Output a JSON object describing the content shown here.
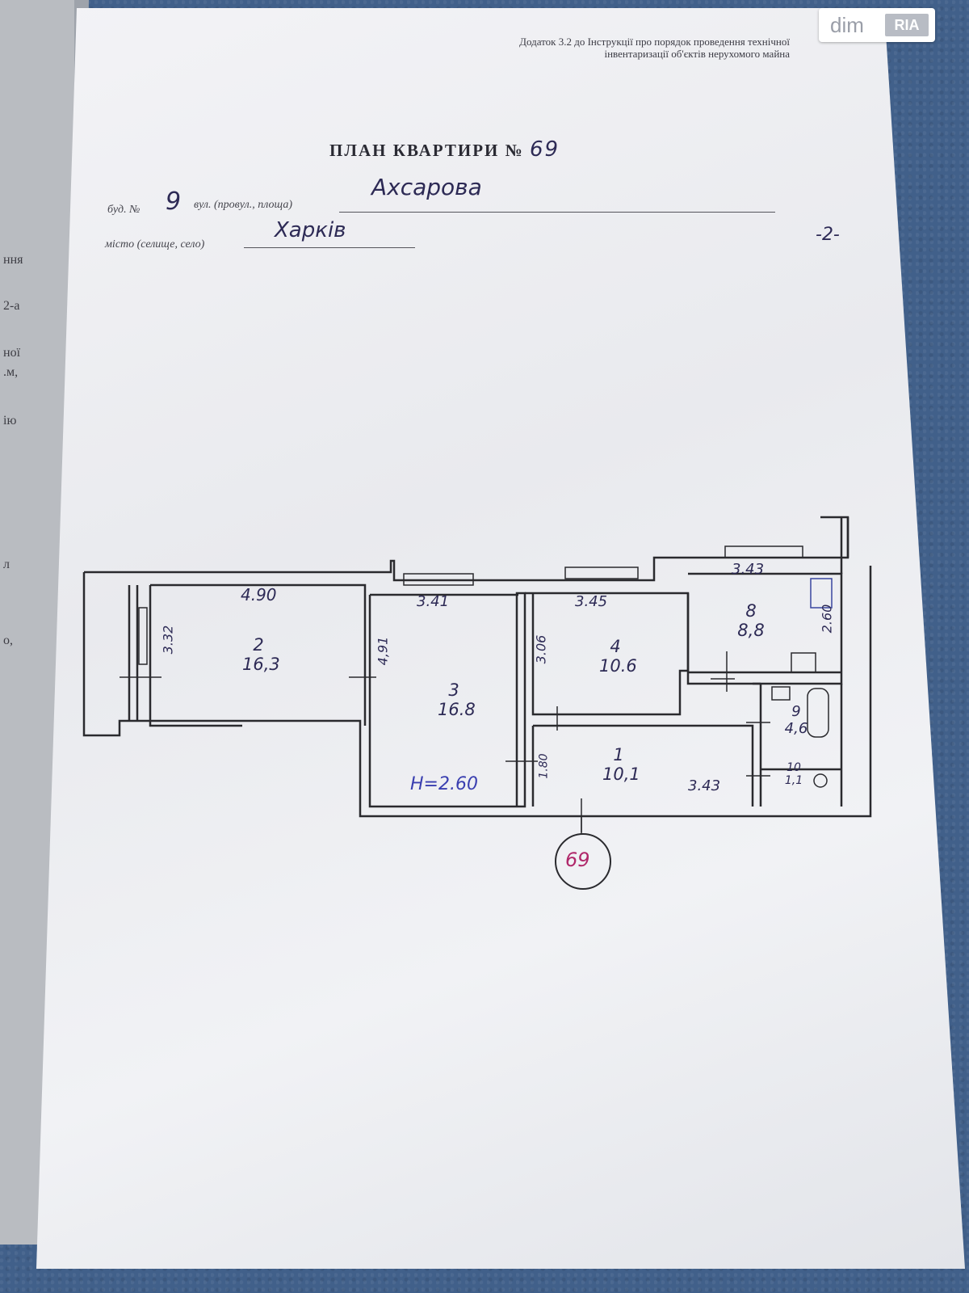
{
  "header_note": {
    "line1": "Додаток 3.2 до Інструкції про порядок проведення технічної",
    "line2": "інвентаризації об'єктів нерухомого майна"
  },
  "title": "ПЛАН КВАРТИРИ №",
  "apartment_number": "69",
  "fields": {
    "building_label": "буд. №",
    "building_number": "9",
    "street_label": "вул. (провул., площа)",
    "street_value": "Ахсарова",
    "city_label": "місто (селище, село)",
    "city_value": "Харків",
    "page_mark": "-2-"
  },
  "rooms": [
    {
      "number": "2",
      "area": "16,3"
    },
    {
      "number": "3",
      "area": "16.8"
    },
    {
      "number": "4",
      "area": "10.6"
    },
    {
      "number": "8",
      "area": "8,8"
    },
    {
      "number": "1",
      "area": "10,1"
    },
    {
      "number": "9",
      "area": "4,6"
    },
    {
      "number": "10",
      "area": "1,1"
    }
  ],
  "dimensions": {
    "d1": "4.90",
    "d2": "3.32",
    "d3": "4,91",
    "d4": "3.41",
    "d5": "3.45",
    "d6": "3.06",
    "d7": "3.43",
    "d8": "2.60",
    "d9": "1.80",
    "d10": "3.43"
  },
  "ceiling_height": "H=2.60",
  "circle_number": "69",
  "left_page_fragments": [
    "ння",
    "2-а",
    "ної",
    ".м,",
    "ію",
    "л",
    "о,"
  ],
  "logo": {
    "dim": "dim",
    "ria": "RIA"
  }
}
